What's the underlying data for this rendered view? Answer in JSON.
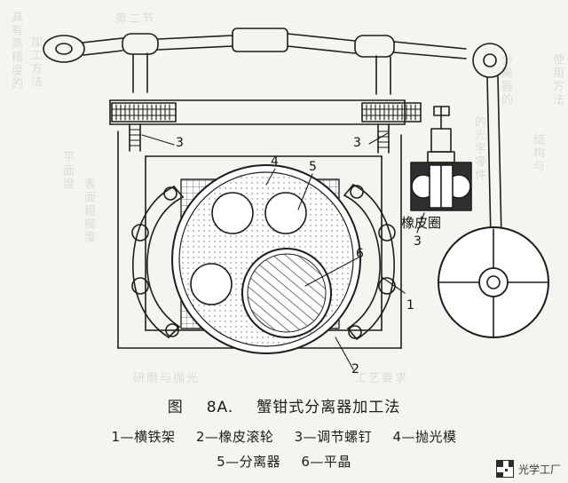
{
  "figure": {
    "title_prefix": "图",
    "title_number": "8A.",
    "title_text": "蟹钳式分离器加工法",
    "inline_labels": [
      {
        "id": "rubber-ring",
        "text": "橡皮圈"
      },
      {
        "id": "callout-3-left",
        "text": "3"
      },
      {
        "id": "callout-3-right",
        "text": "3"
      },
      {
        "id": "callout-3-clamp",
        "text": "3"
      },
      {
        "id": "callout-4",
        "text": "4"
      },
      {
        "id": "callout-5",
        "text": "5"
      },
      {
        "id": "callout-6",
        "text": "6"
      },
      {
        "id": "callout-1",
        "text": "1"
      },
      {
        "id": "callout-2",
        "text": "2"
      }
    ],
    "legend_row1": [
      "1—横铁架",
      "2—橡皮滚轮",
      "3—调节螺钉",
      "4—抛光模"
    ],
    "legend_row2": [
      "5—分离器",
      "6—平晶"
    ]
  },
  "watermark": {
    "text": "光学工厂"
  },
  "background_bleed": [
    "具有高精度的",
    "加工方法",
    "平面度",
    "表面粗糙度",
    "的光学零件",
    "分离器的",
    "结构与",
    "使用方法",
    "第二节",
    "研磨与抛光",
    "工艺要求"
  ],
  "colors": {
    "paper": "#f6f4ef",
    "ink": "#1d1d1d",
    "bleed": "#cfd6cf"
  }
}
